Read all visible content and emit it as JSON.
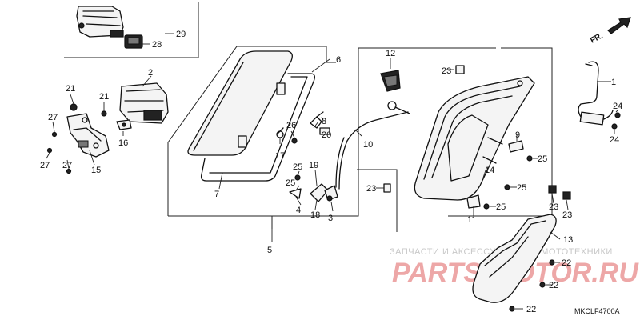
{
  "callouts": [
    "1",
    "2",
    "3",
    "4",
    "5",
    "6",
    "7",
    "8",
    "9",
    "10",
    "11",
    "12",
    "13",
    "14",
    "15",
    "16",
    "17",
    "18",
    "19",
    "20",
    "21",
    "22",
    "23",
    "24",
    "25",
    "26",
    "27",
    "28",
    "29"
  ],
  "orientation": {
    "label": "FR."
  },
  "watermark": {
    "tagline": "ЗАПЧАСТИ И АКСЕССУАРЫ ДЛЯ МОТОТЕХНИКИ",
    "brand": "PARTS-MOTOR.RU"
  },
  "diagram_code": "MKCLF4700A"
}
